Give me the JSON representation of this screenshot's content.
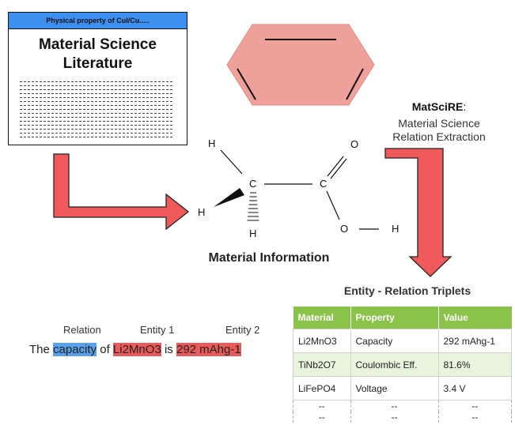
{
  "document": {
    "header": "Physical property of CuI/Cu.....",
    "title_line1": "Material Science",
    "title_line2": "Literature"
  },
  "molecule": {
    "atom_h_top": "H",
    "atom_h_left": "H",
    "atom_h_bottom": "H",
    "atom_c1": "C",
    "atom_c2": "C",
    "atom_o_top": "O",
    "atom_o_bottom": "O",
    "atom_h_right": "H"
  },
  "matscire": {
    "title": "MatSciRE",
    "title_suffix": ":",
    "subtitle_line1": "Material Science",
    "subtitle_line2": "Relation Extraction"
  },
  "material_info_label": "Material Information",
  "example": {
    "label_relation": "Relation",
    "label_entity1": "Entity 1",
    "label_entity2": "Entity 2",
    "w1": "The",
    "relation": "capacity",
    "w2": "of",
    "entity1": "Li2MnO3",
    "w3": "is",
    "entity2": "292 mAhg-1"
  },
  "table": {
    "title": "Entity - Relation Triplets",
    "headers": [
      "Material",
      "Property",
      "Value"
    ],
    "rows": [
      [
        "Li2MnO3",
        "Capacity",
        "292 mAhg-1"
      ],
      [
        "TiNb2O7",
        "Coulombic Eff.",
        "81.6%"
      ],
      [
        "LiFePO4",
        "Voltage",
        "3.4 V"
      ],
      [
        "--",
        "--",
        "--"
      ],
      [
        "--",
        "--",
        "--"
      ]
    ]
  },
  "colors": {
    "header_blue": "#3d8ff0",
    "arrow_fill": "#f05a5a",
    "hexagon_fill": "#f0a09a",
    "table_header_green": "#8bc34a",
    "table_alt_row": "#eaf4dc",
    "relation_highlight": "#5aa0ea",
    "entity_highlight": "#e95a5a"
  }
}
